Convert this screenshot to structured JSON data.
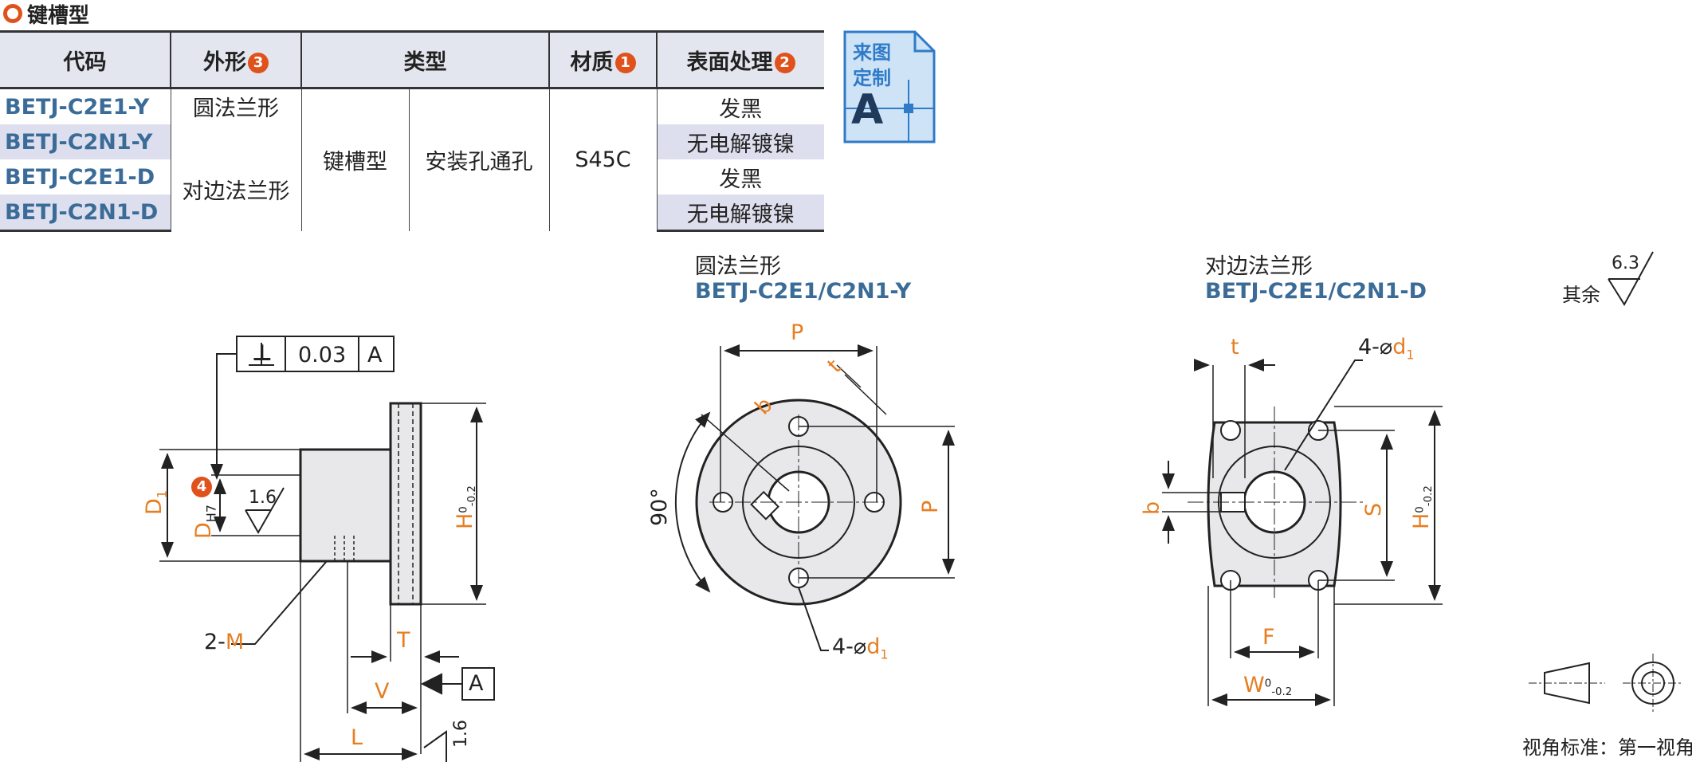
{
  "section": {
    "title": "键槽型"
  },
  "table": {
    "headers": {
      "code": "代码",
      "shape": "外形",
      "shape_badge": "3",
      "type": "类型",
      "material": "材质",
      "material_badge": "1",
      "surface": "表面处理",
      "surface_badge": "2"
    },
    "rows": [
      {
        "code": "BETJ-C2E1-Y",
        "surface": "发黑"
      },
      {
        "code": "BETJ-C2N1-Y",
        "surface": "无电解镀镍"
      },
      {
        "code": "BETJ-C2E1-D",
        "surface": "发黑"
      },
      {
        "code": "BETJ-C2N1-D",
        "surface": "无电解镀镍"
      }
    ],
    "shape_round": "圆法兰形",
    "shape_cut": "对边法兰形",
    "type_main": "键槽型",
    "type_sub": "安装孔通孔",
    "material_value": "S45C"
  },
  "custom_badge": {
    "line1": "来图",
    "line2": "定制",
    "letter": "A"
  },
  "views": {
    "round": {
      "title": "圆法兰形",
      "codes": "BETJ-C2E1/C2N1-Y"
    },
    "cut": {
      "title": "对边法兰形",
      "codes": "BETJ-C2E1/C2N1-D"
    }
  },
  "roughness": {
    "rest_label": "其余",
    "rest_value": "6.3",
    "bore_value": "1.6",
    "face_value": "1.6"
  },
  "tolerance_frame": {
    "symbol": "⊥",
    "value": "0.03",
    "datum": "A"
  },
  "dims": {
    "D1": "D",
    "D1_sub": "1",
    "D": "D",
    "D_sub": "H7",
    "D_badge": "4",
    "H": "H",
    "H_tol_up": "0",
    "H_tol_down": "-0.2",
    "M": "2-M",
    "T": "T",
    "V": "V",
    "L": "L",
    "datum_A": "A",
    "P_top": "P",
    "P_side": "P",
    "t": "t",
    "b": "b",
    "angle": "90°",
    "hole_callout_round": "4-⌀",
    "hole_d1": "d",
    "hole_d1_sub": "1",
    "cut_t": "t",
    "cut_b": "b",
    "cut_S": "S",
    "cut_F": "F",
    "cut_W": "W",
    "cut_W_tol_up": "0",
    "cut_W_tol_down": "-0.2",
    "hole_callout_cut": "4-⌀"
  },
  "view_standard": "视角标准：第一视角"
}
